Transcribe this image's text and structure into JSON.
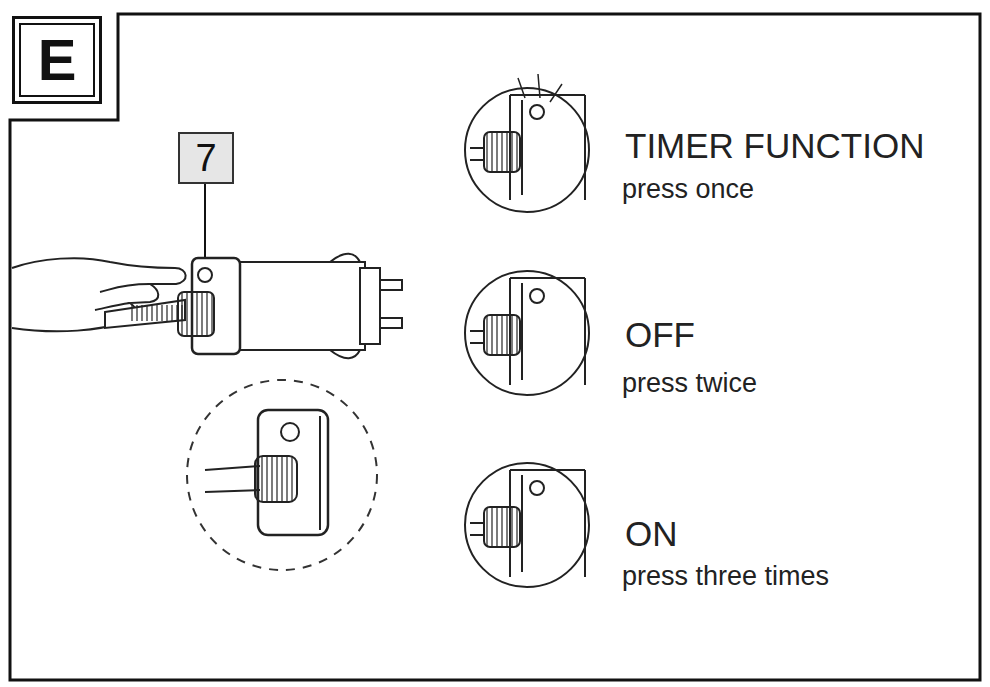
{
  "diagram": {
    "nodes": [
      {
        "text": [
          "E"
        ]
      },
      {
        "text": [
          "7"
        ]
      }
    ],
    "labels": [
      "TIMER FUNCTION",
      "press once",
      "OFF",
      "press twice",
      "ON",
      "press three times"
    ]
  }
}
